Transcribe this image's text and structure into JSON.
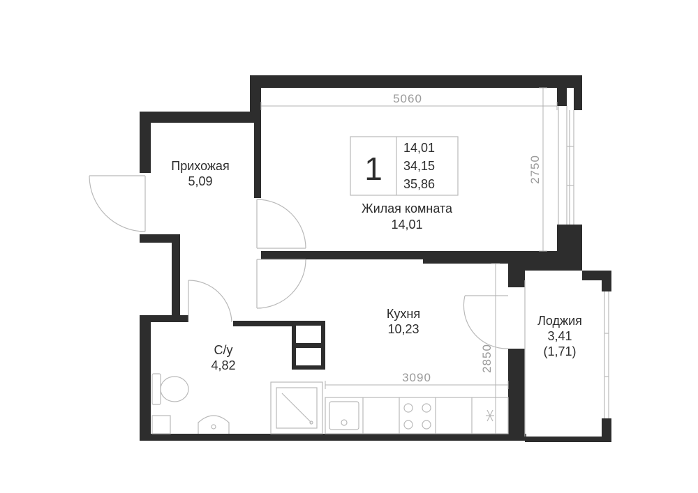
{
  "summary": {
    "room_count": "1",
    "values": [
      "14,01",
      "34,15",
      "35,86"
    ]
  },
  "rooms": {
    "living": {
      "name": "Жилая комната",
      "area": "14,01"
    },
    "hallway": {
      "name": "Прихожая",
      "area": "5,09"
    },
    "kitchen": {
      "name": "Кухня",
      "area": "10,23"
    },
    "bathroom": {
      "name": "С/у",
      "area": "4,82"
    },
    "loggia": {
      "name": "Лоджия",
      "area": "3,41",
      "area_reduced": "(1,71)"
    }
  },
  "dimensions": {
    "living_width": "5060",
    "living_depth": "2750",
    "kitchen_width": "3090",
    "kitchen_depth": "2850"
  },
  "colors": {
    "wall": "#2d2d2d",
    "thin_line": "#b9b9b9",
    "dimension_text": "#9a9a9a"
  }
}
